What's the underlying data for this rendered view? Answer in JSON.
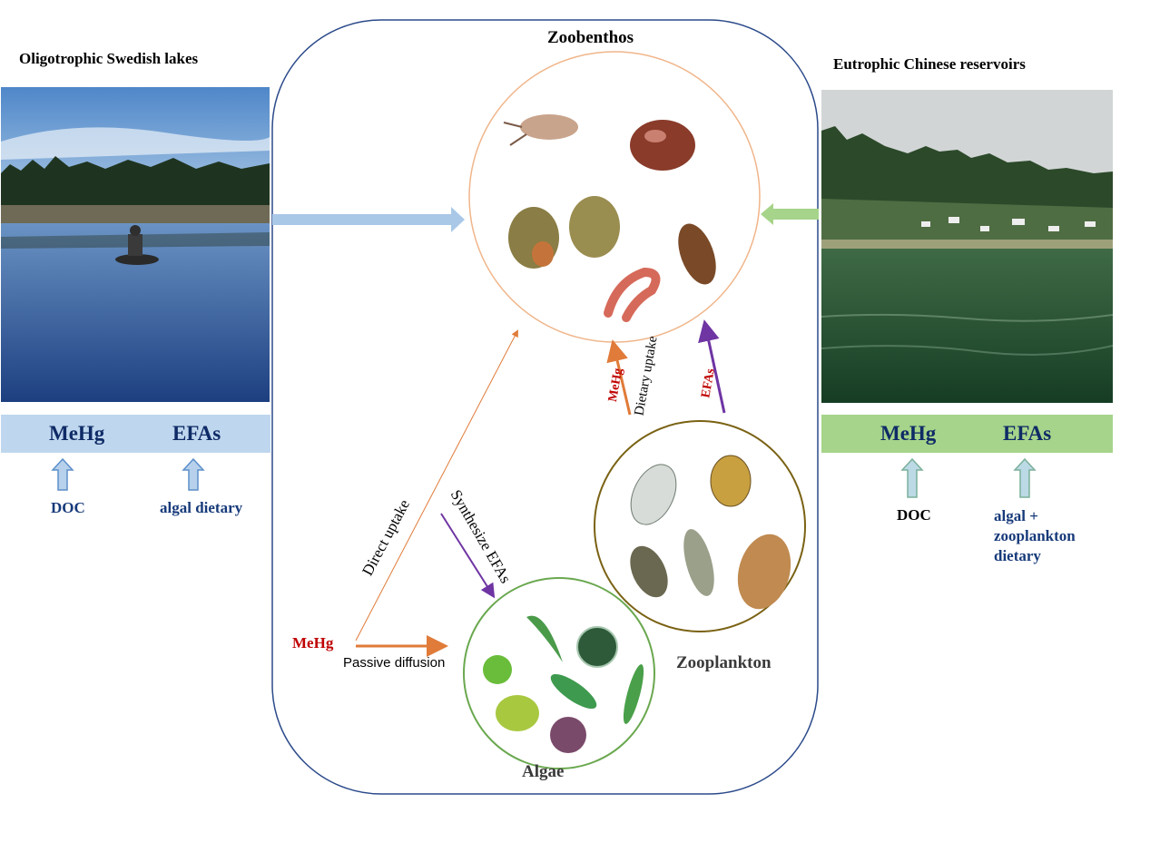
{
  "left": {
    "title": "Oligotrophic Swedish lakes",
    "band": {
      "mehg": "MeHg",
      "efas": "EFAs",
      "color": "#bfd7ee"
    },
    "drivers": {
      "doc": "DOC",
      "efa_source": "algal dietary"
    }
  },
  "right": {
    "title": "Eutrophic Chinese reservoirs",
    "band": {
      "mehg": "MeHg",
      "efas": "EFAs",
      "color": "#a6d48a"
    },
    "drivers": {
      "doc": "DOC",
      "efa_source_line1": "algal +",
      "efa_source_line2": "zooplankton",
      "efa_source_line3": "dietary"
    }
  },
  "center": {
    "zoobenthos": "Zoobenthos",
    "zooplankton": "Zooplankton",
    "algae": "Algae",
    "mehg_source": "MeHg",
    "passive_diffusion": "Passive diffusion",
    "direct_uptake": "Direct uptake",
    "synthesize_efas": "Synthesize EFAs",
    "arrow_mehg": "MeHg",
    "dietary_uptake": "Dietary uptake",
    "arrow_efas": "EFAs"
  },
  "colors": {
    "frame": "#2b4a8a",
    "orange": "#e07b39",
    "purple": "#6f35a3",
    "red_text": "#c00000",
    "olive_circle": "#8a6a1a",
    "green_circle": "#6aa84f",
    "left_arrow": "#a9c8e8",
    "right_arrow": "#a6d48a"
  }
}
